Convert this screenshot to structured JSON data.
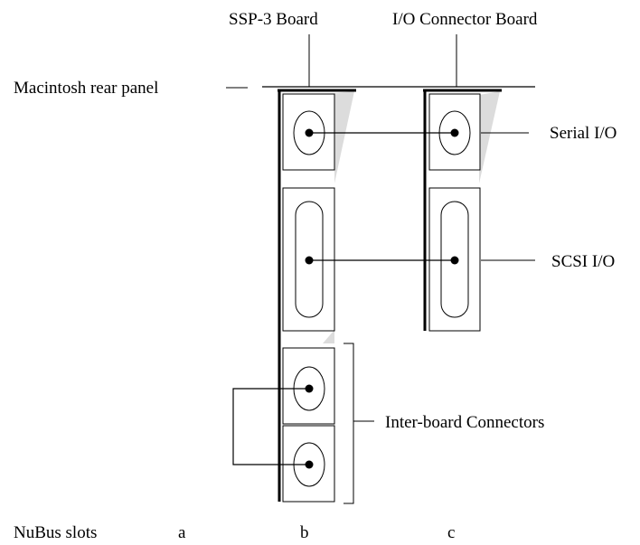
{
  "board_labels": {
    "ssp3": "SSP-3 Board",
    "io_connector": "I/O Connector Board"
  },
  "rear_panel_label": "Macintosh rear panel",
  "connector_labels": {
    "serial": "Serial I/O",
    "scsi": "SCSI I/O",
    "inter_board": "Inter-board Connectors"
  },
  "nubus": {
    "label": "NuBus slots",
    "slots": [
      "a",
      "b",
      "c"
    ]
  }
}
